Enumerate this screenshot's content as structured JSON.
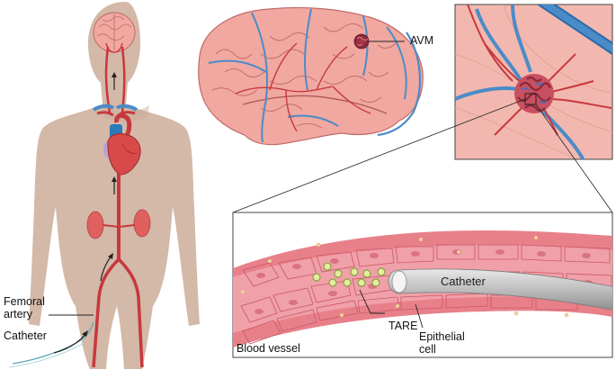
{
  "labels": {
    "avm": "AVM",
    "femoral_line1": "Femoral",
    "femoral_line2": "artery",
    "catheter_body": "Catheter",
    "catheter_tube": "Catheter",
    "tare": "TARE",
    "epithelial_line1": "Epithelial",
    "epithelial_line2": "cell",
    "blood_vessel": "Blood vessel"
  },
  "colors": {
    "body_skin": "#d4b8a8",
    "brain_pink": "#f0a8a0",
    "artery_red": "#c8383c",
    "vein_blue": "#4a8cc8",
    "vessel_wall": "#e8808a",
    "catheter_gray": "#b0b0b0",
    "tare_particle": "#d8e890"
  }
}
